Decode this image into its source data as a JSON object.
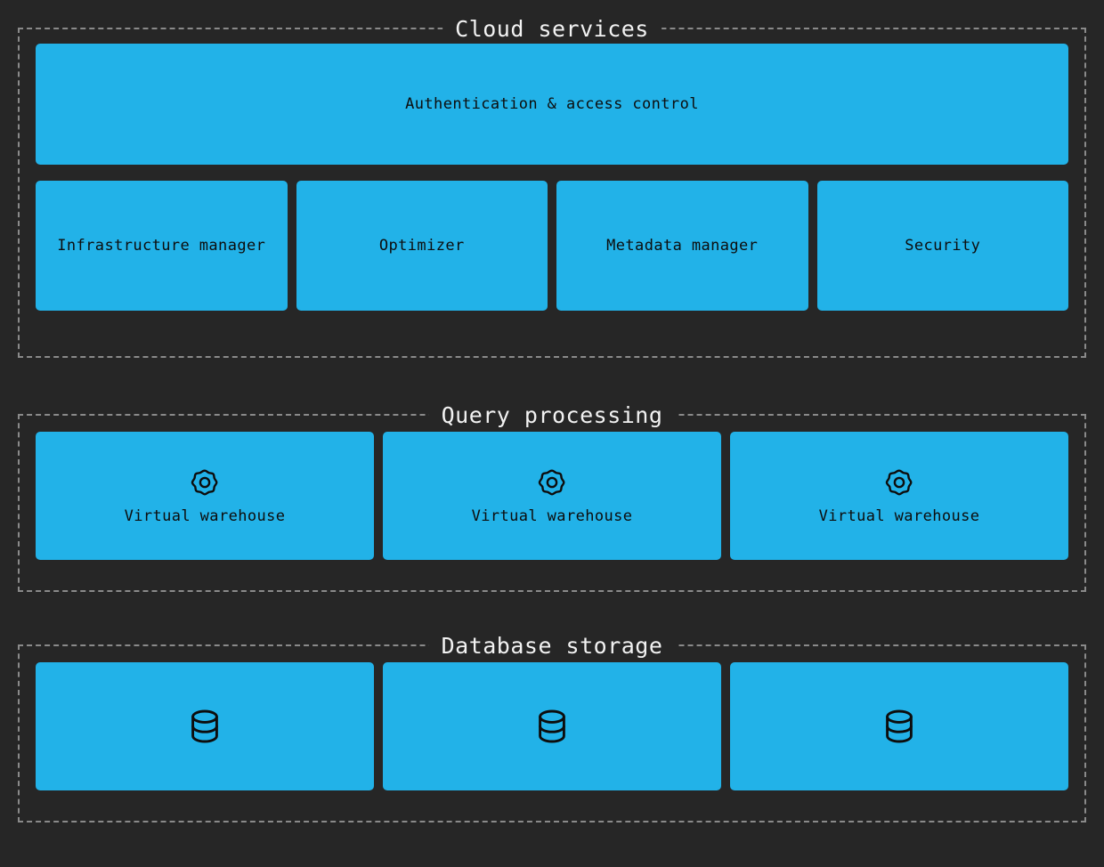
{
  "theme": {
    "background": "#262626",
    "node_fill": "#22b2e8",
    "node_text": "#0d0d0d",
    "group_border": "#8a8a8a",
    "group_title_text": "#f2f2f2"
  },
  "sections": [
    {
      "id": "cloud-services",
      "title": "Cloud services",
      "banner": {
        "label": "Authentication & access control",
        "icon": null
      },
      "nodes": [
        {
          "label": "Infrastructure manager",
          "icon": null
        },
        {
          "label": "Optimizer",
          "icon": null
        },
        {
          "label": "Metadata manager",
          "icon": null
        },
        {
          "label": "Security",
          "icon": null
        }
      ]
    },
    {
      "id": "query-processing",
      "title": "Query processing",
      "nodes": [
        {
          "label": "Virtual warehouse",
          "icon": "gear-icon"
        },
        {
          "label": "Virtual warehouse",
          "icon": "gear-icon"
        },
        {
          "label": "Virtual warehouse",
          "icon": "gear-icon"
        }
      ]
    },
    {
      "id": "database-storage",
      "title": "Database storage",
      "nodes": [
        {
          "label": "",
          "icon": "database-icon"
        },
        {
          "label": "",
          "icon": "database-icon"
        },
        {
          "label": "",
          "icon": "database-icon"
        }
      ]
    }
  ]
}
